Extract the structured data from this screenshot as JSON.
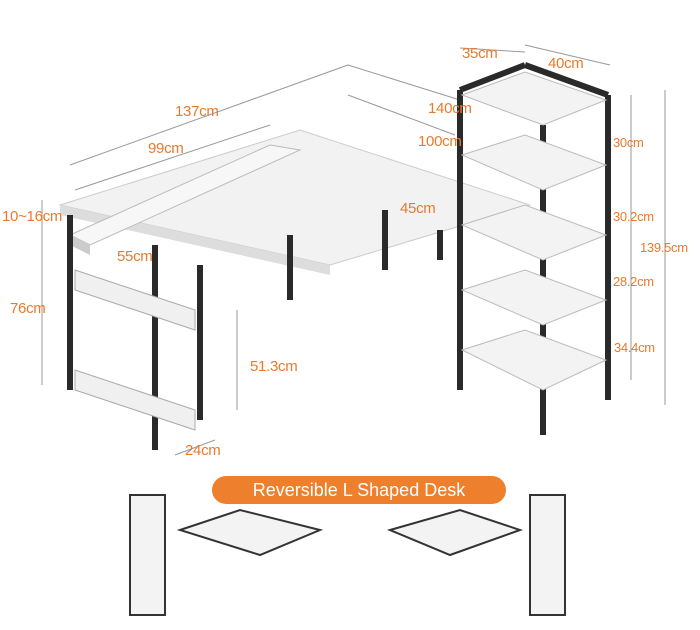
{
  "dimensions": {
    "shelf_depth": "35cm",
    "shelf_width": "40cm",
    "desk_length_long": "137cm",
    "desk_length_right": "140cm",
    "monitor_stand_length": "99cm",
    "desk_inner_right": "100cm",
    "monitor_stand_height": "10~16cm",
    "return_depth": "45cm",
    "desk_depth": "55cm",
    "shelf_gap_1": "30cm",
    "shelf_gap_2": "30.2cm",
    "shelf_total_height": "139.5cm",
    "shelf_gap_3": "28.2cm",
    "desk_height": "76cm",
    "shelf_gap_4": "34.4cm",
    "knee_clearance": "51.3cm",
    "side_shelf_depth": "24cm"
  },
  "banner": "Reversible L Shaped Desk",
  "colors": {
    "accent": "#EE7F2D",
    "frame": "#2a2a2a",
    "top": "#f4f4f4"
  }
}
